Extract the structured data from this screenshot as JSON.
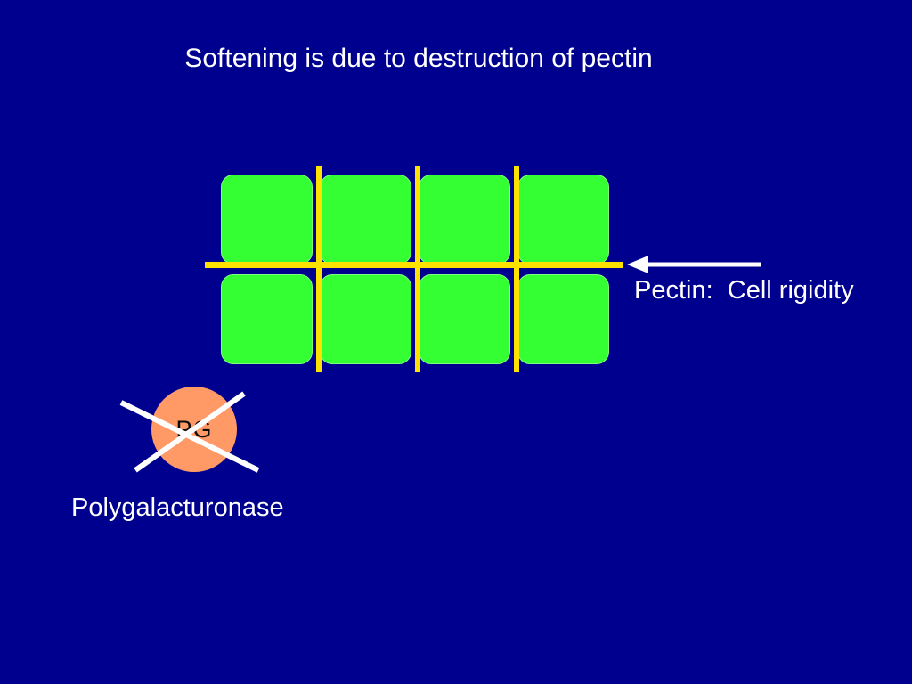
{
  "slide": {
    "title": "Softening is due to destruction of pectin"
  },
  "diagram": {
    "cells": [
      "cell",
      "cell",
      "cell",
      "cell",
      "cell",
      "cell",
      "cell",
      "cell"
    ],
    "pectin_label": "Pectin:  Cell rigidity",
    "enzyme_abbrev": "PG",
    "enzyme_name": "Polygalacturonase"
  },
  "colors": {
    "background": "#00008F",
    "cell": "#33FF33",
    "pectin": "#FFE100",
    "enzyme": "#FF9966",
    "text": "#FFFFFF"
  },
  "icons": {
    "arrow": "left-arrow-icon",
    "cross": "x-cross-icon"
  }
}
